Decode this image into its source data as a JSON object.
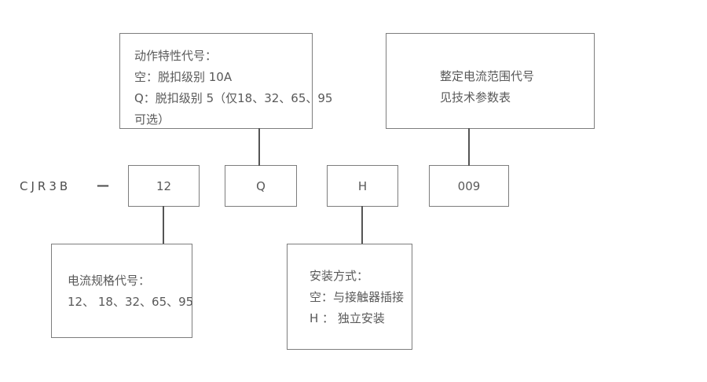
{
  "page": {
    "background": "#ffffff",
    "border_color": "#7d7d7d",
    "connector_color": "#555555",
    "text_color": "#595959"
  },
  "model": {
    "prefix": "CJR3B",
    "dash": "—"
  },
  "codes": [
    {
      "value": "12"
    },
    {
      "value": "Q"
    },
    {
      "value": "H"
    },
    {
      "value": "009"
    }
  ],
  "notes": {
    "top_left": {
      "lines": [
        "动作特性代号：",
        "空：脱扣级别 10A",
        "Q：脱扣级别 5（仅18、32、65、95",
        "可选）"
      ]
    },
    "top_right": {
      "lines": [
        "整定电流范围代号",
        "见技术参数表"
      ]
    },
    "bottom_left": {
      "lines": [
        "电流规格代号：",
        "12、 18、32、65、95"
      ]
    },
    "bottom_middle": {
      "lines": [
        "安装方式：",
        "空：与接触器插接",
        "H ： 独立安装"
      ]
    }
  }
}
